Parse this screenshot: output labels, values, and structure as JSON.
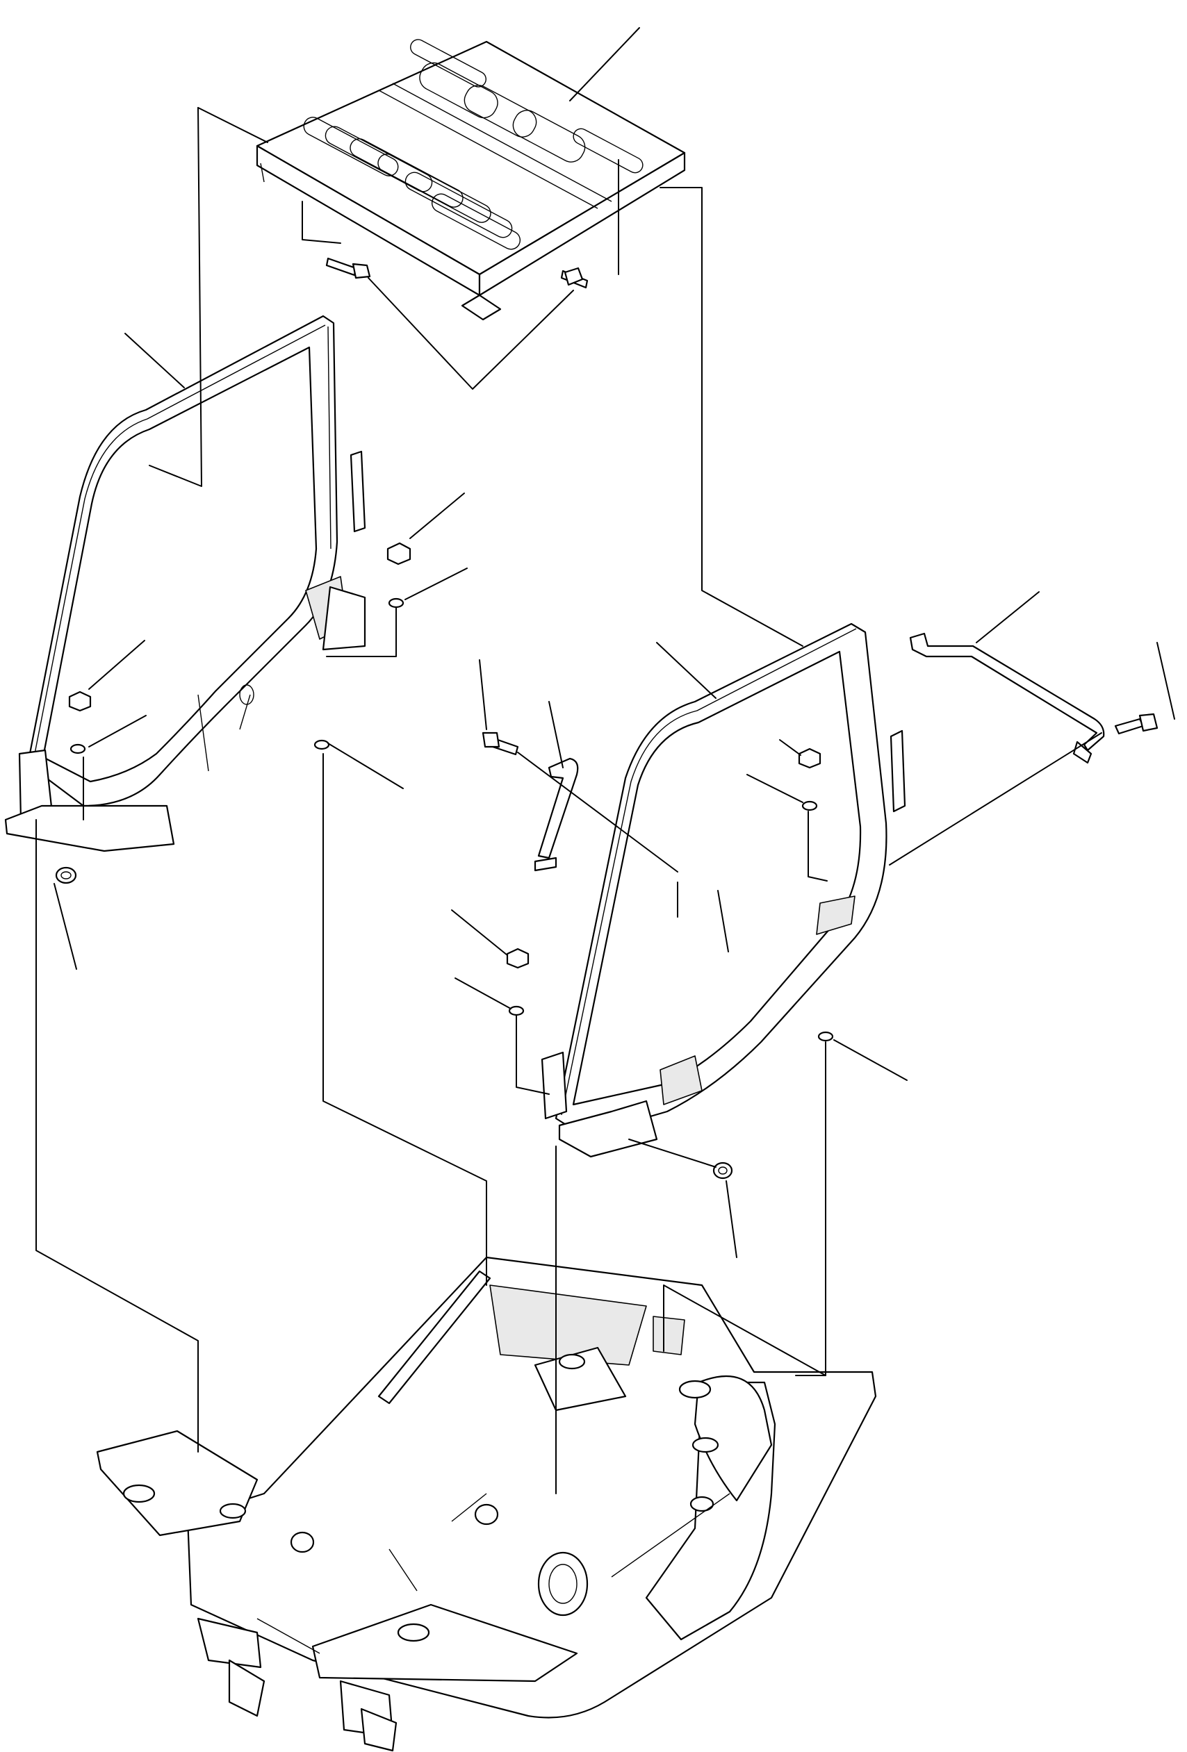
{
  "diagram": {
    "background": "#ffffff",
    "line_color": "#000000",
    "parts": [
      "roof-panel",
      "left-cab-frame",
      "right-cab-frame",
      "stay-bar",
      "grab-handle",
      "floor-frame"
    ]
  }
}
